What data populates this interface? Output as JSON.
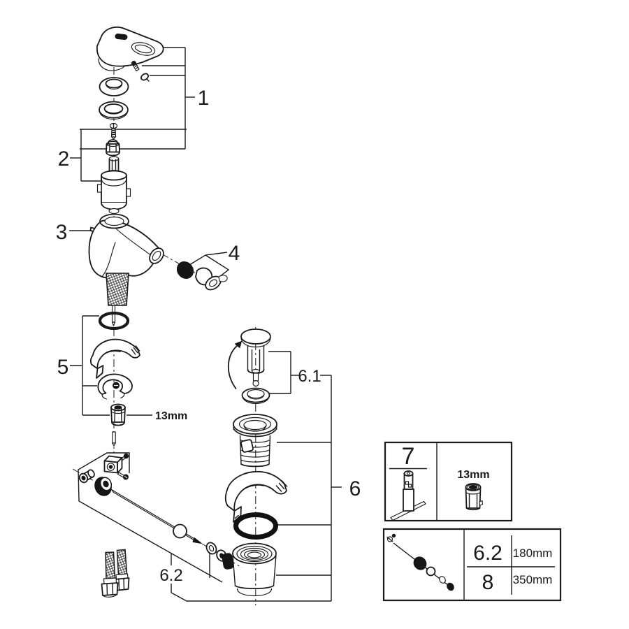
{
  "page": {
    "background": "#ffffff",
    "ink": "#1a1a1a"
  },
  "callouts": {
    "group_1": "1",
    "group_2": "2",
    "group_3": "3",
    "group_4": "4",
    "group_5": "5",
    "group_6": "6",
    "group_6_1": "6.1",
    "group_6_2": "6.2",
    "wrench_size": "13mm"
  },
  "tool_box": {
    "number": "7",
    "socket_size": "13mm"
  },
  "length_box": {
    "rows": [
      {
        "ref": "6.2",
        "value": "180mm"
      },
      {
        "ref": "8",
        "value": "350mm"
      }
    ]
  }
}
